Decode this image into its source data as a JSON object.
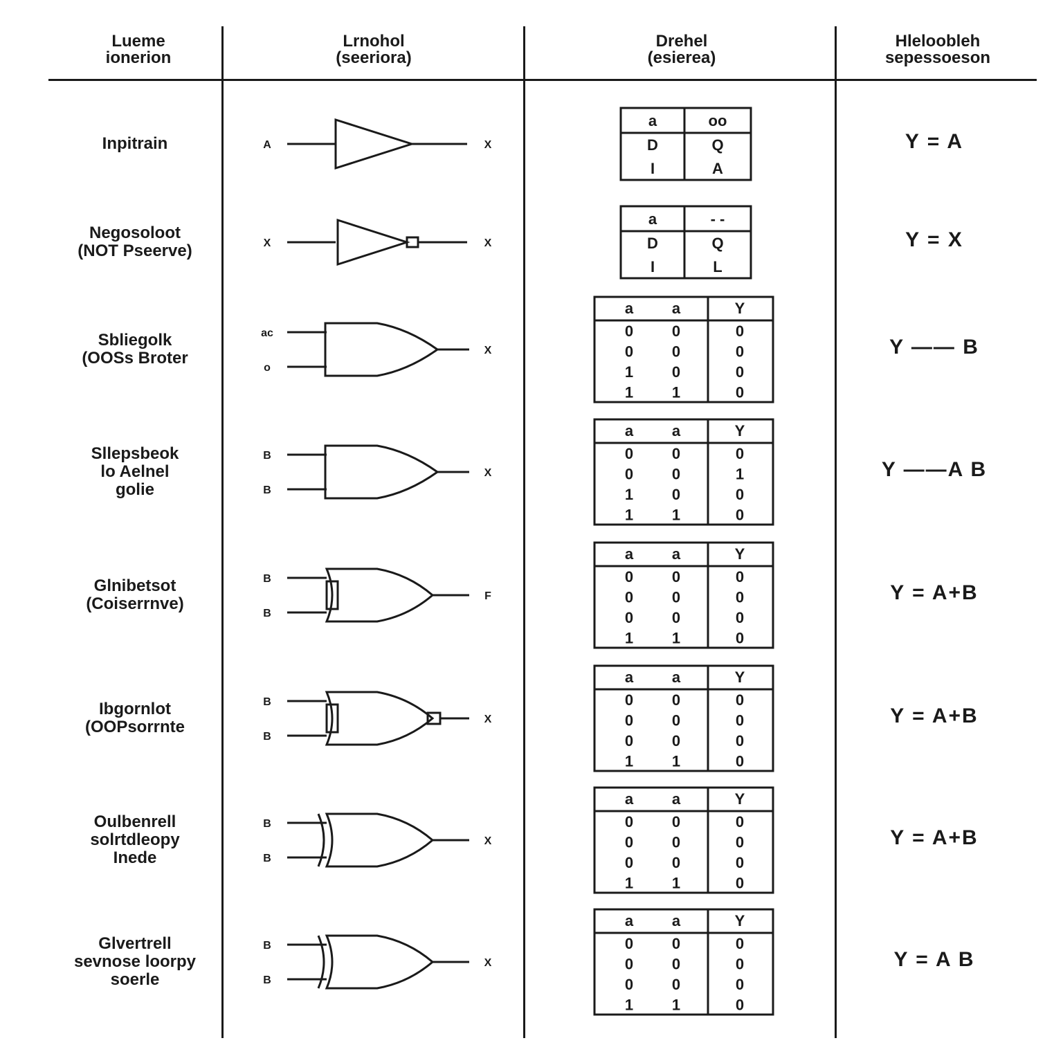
{
  "headers": [
    {
      "line1": "Lueme",
      "line2": "ionerion"
    },
    {
      "line1": "Lrnohol",
      "line2": "(seeriora)"
    },
    {
      "line1": "Drehel",
      "line2": "(esierea)"
    },
    {
      "line1": "Hleloobleh",
      "line2": "sepessoeson"
    }
  ],
  "rows": [
    {
      "name": [
        "Inpitrain"
      ],
      "gate": "buffer",
      "pins": {
        "in": [
          "A"
        ],
        "out": "X"
      },
      "table": {
        "header": [
          "a",
          "oo"
        ],
        "rows": [
          [
            "D",
            "Q"
          ],
          [
            "I",
            "A"
          ]
        ]
      },
      "expression": "Y = A"
    },
    {
      "name": [
        "Negosoloot",
        "(NOT Pseerve)"
      ],
      "gate": "not",
      "pins": {
        "in": [
          "X"
        ],
        "out": "X"
      },
      "table": {
        "header": [
          "a",
          "- -"
        ],
        "rows": [
          [
            "D",
            "Q"
          ],
          [
            "I",
            "L"
          ]
        ]
      },
      "expression": "Y = X"
    },
    {
      "name": [
        "Sbliegolk",
        "(OOSs Broter"
      ],
      "gate": "and",
      "pins": {
        "in": [
          "ac",
          "o"
        ],
        "out": "X"
      },
      "table": {
        "header": [
          "a",
          "a",
          "Y"
        ],
        "rows": [
          [
            "0",
            "0",
            "0"
          ],
          [
            "0",
            "0",
            "0"
          ],
          [
            "1",
            "0",
            "0"
          ],
          [
            "1",
            "1",
            "0"
          ]
        ]
      },
      "expression": "Y —— B"
    },
    {
      "name": [
        "Sllepsbeok",
        "lo Aelnel",
        "golie"
      ],
      "gate": "and",
      "pins": {
        "in": [
          "B",
          "B"
        ],
        "out": "X"
      },
      "table": {
        "header": [
          "a",
          "a",
          "Y"
        ],
        "rows": [
          [
            "0",
            "0",
            "0"
          ],
          [
            "0",
            "0",
            "1"
          ],
          [
            "1",
            "0",
            "0"
          ],
          [
            "1",
            "1",
            "0"
          ]
        ]
      },
      "expression": "Y ——A B"
    },
    {
      "name": [
        "Glnibetsot",
        "(Coiserrnve)"
      ],
      "gate": "or",
      "pins": {
        "in": [
          "B",
          "B"
        ],
        "out": "F"
      },
      "table": {
        "header": [
          "a",
          "a",
          "Y"
        ],
        "rows": [
          [
            "0",
            "0",
            "0"
          ],
          [
            "0",
            "0",
            "0"
          ],
          [
            "0",
            "0",
            "0"
          ],
          [
            "1",
            "1",
            "0"
          ]
        ]
      },
      "expression": "Y = A+B"
    },
    {
      "name": [
        "Ibgornlot",
        "(OOPsorrnte"
      ],
      "gate": "nor",
      "pins": {
        "in": [
          "B",
          "B"
        ],
        "out": "X"
      },
      "table": {
        "header": [
          "a",
          "a",
          "Y"
        ],
        "rows": [
          [
            "0",
            "0",
            "0"
          ],
          [
            "0",
            "0",
            "0"
          ],
          [
            "0",
            "0",
            "0"
          ],
          [
            "1",
            "1",
            "0"
          ]
        ]
      },
      "expression": "Y = A+B"
    },
    {
      "name": [
        "Oulbenrell",
        "solrtdleopy",
        "Inede"
      ],
      "gate": "xor",
      "pins": {
        "in": [
          "B",
          "B"
        ],
        "out": "X"
      },
      "table": {
        "header": [
          "a",
          "a",
          "Y"
        ],
        "rows": [
          [
            "0",
            "0",
            "0"
          ],
          [
            "0",
            "0",
            "0"
          ],
          [
            "0",
            "0",
            "0"
          ],
          [
            "1",
            "1",
            "0"
          ]
        ]
      },
      "expression": "Y = A+B"
    },
    {
      "name": [
        "Glvertrell",
        "sevnose loorpy",
        "soerle"
      ],
      "gate": "xor",
      "pins": {
        "in": [
          "B",
          "B"
        ],
        "out": "X"
      },
      "table": {
        "header": [
          "a",
          "a",
          "Y"
        ],
        "rows": [
          [
            "0",
            "0",
            "0"
          ],
          [
            "0",
            "0",
            "0"
          ],
          [
            "0",
            "0",
            "0"
          ],
          [
            "1",
            "1",
            "0"
          ]
        ]
      },
      "expression": "Y = A B"
    }
  ]
}
